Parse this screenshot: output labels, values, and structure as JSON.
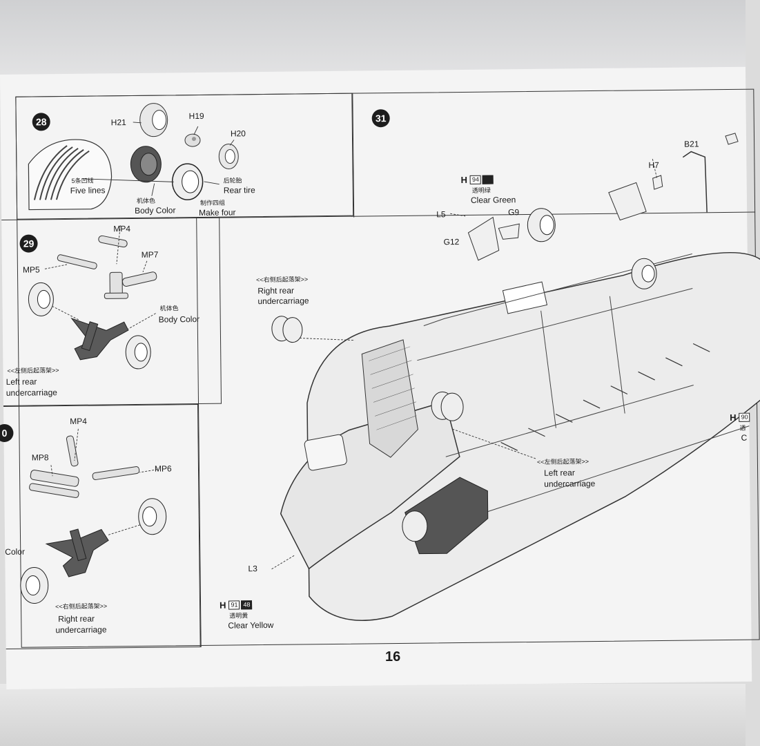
{
  "page_number": "16",
  "steps": {
    "s28": {
      "number": "28",
      "parts": [
        "H21",
        "H19",
        "H20"
      ],
      "inset_zh": "5条凹线",
      "inset_en": "Five lines",
      "body_zh": "机体色",
      "body_en": "Body Color",
      "tire_zh": "后轮胎",
      "tire_en": "Rear tire",
      "make_zh": "制作四组",
      "make_en": "Make four"
    },
    "s29": {
      "number": "29",
      "parts": [
        "MP4",
        "MP7",
        "MP5"
      ],
      "body_zh": "机体色",
      "body_en": "Body Color",
      "title_zh": "<<左侧后起落架>>",
      "title_en": [
        "Left rear",
        "undercarriage"
      ]
    },
    "s30": {
      "number": "0",
      "parts": [
        "MP4",
        "MP8",
        "MP6"
      ],
      "body_en_partial": "Color",
      "title_zh": "<<右侧后起落架>>",
      "title_en": [
        "Right rear",
        "undercarriage"
      ]
    },
    "s31": {
      "number": "31",
      "parts": [
        "B21",
        "H7",
        "L5",
        "G9",
        "G12",
        "L3"
      ],
      "right_zh": "<<右侧后起落架>>",
      "right_en": [
        "Right rear",
        "undercarriage"
      ],
      "left_zh": "<<左侧后起落架>>",
      "left_en": [
        "Left rear",
        "undercarriage"
      ],
      "paint_green": {
        "letter": "H",
        "code": "94",
        "zh": "透明绿",
        "en": "Clear Green"
      },
      "paint_yellow": {
        "letter": "H",
        "codes": [
          "91",
          "48"
        ],
        "zh": "透明黄",
        "en": "Clear Yellow"
      },
      "paint_edge": {
        "letter": "H",
        "code": "90",
        "zh": "透",
        "en": "C"
      }
    }
  },
  "colors": {
    "ink": "#1a1a1a",
    "paper": "#f4f4f4",
    "part_fill": "#e2e2e2",
    "part_dark": "#5a5a5a"
  }
}
